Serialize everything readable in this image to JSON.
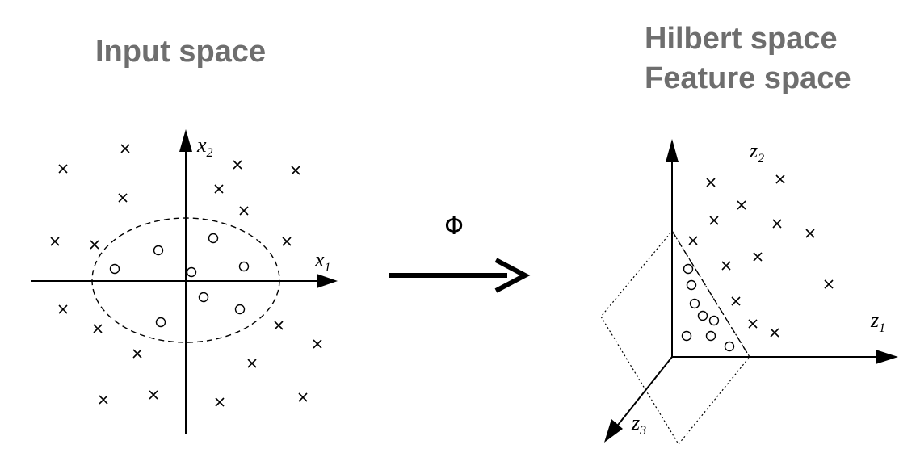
{
  "left_panel": {
    "title": "Input space",
    "axes": {
      "x": "x",
      "x_sub": "1",
      "y": "x",
      "y_sub": "2"
    }
  },
  "right_panel": {
    "title_line1": "Hilbert space",
    "title_line2": "Feature space",
    "axes": {
      "z1": "z",
      "z1_sub": "1",
      "z2": "z",
      "z2_sub": "2",
      "z3": "z",
      "z3_sub": "3"
    }
  },
  "mapping": {
    "symbol": "Φ"
  },
  "colors": {
    "title": "#6e6e6e",
    "ink": "#000000"
  }
}
